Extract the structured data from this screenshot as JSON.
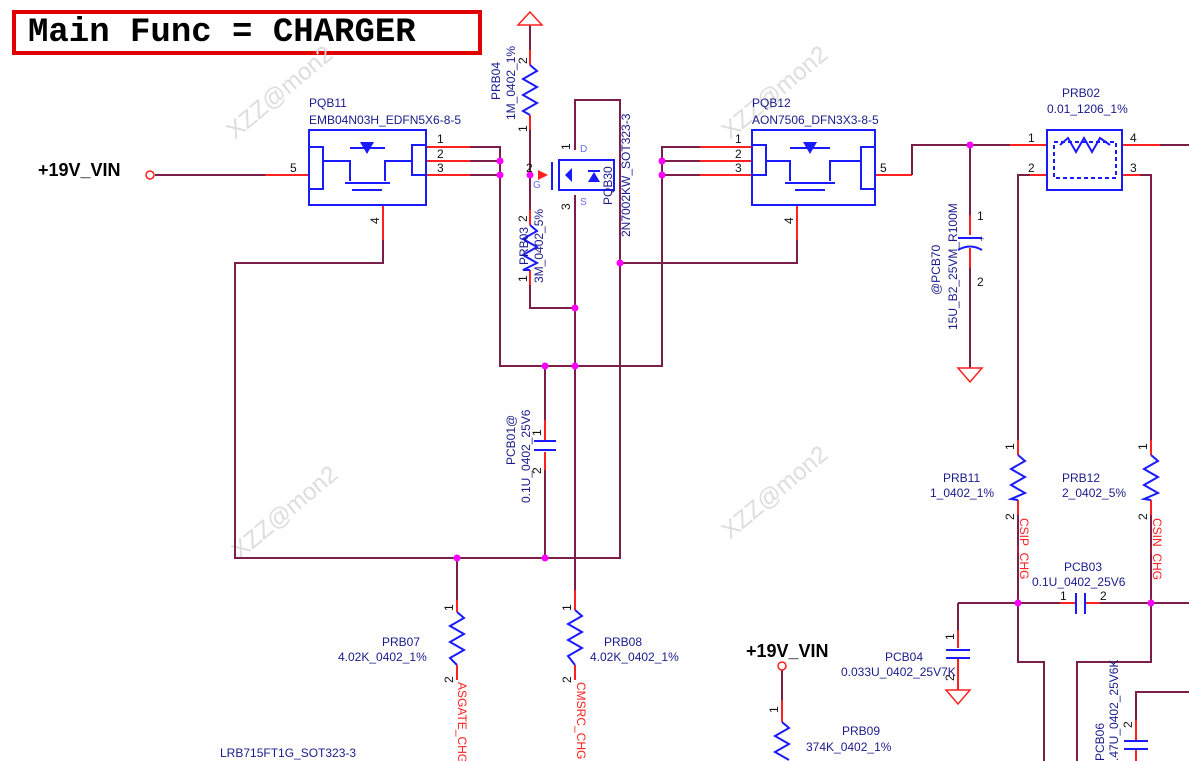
{
  "title": "Main Func = CHARGER",
  "watermark": "XZZ@mon2",
  "nets": {
    "vin_top": "+19V_VIN",
    "vin_bottom": "+19V_VIN",
    "asgate": "ASGATE_CHG",
    "cmsrc": "CMSRC_CHG",
    "csip": "CSIP_CHG",
    "csin": "CSIN_CHG"
  },
  "components": {
    "pqb11": {
      "ref": "PQB11",
      "value": "EMB04N03H_EDFN5X6-8-5",
      "pins": [
        "1",
        "2",
        "3",
        "4",
        "5"
      ]
    },
    "prb04": {
      "ref": "PRB04",
      "value": "1M_0402_1%",
      "pins": [
        "2",
        "1"
      ]
    },
    "prb03": {
      "ref": "PRB03",
      "value": "3M_0402_5%",
      "pins": [
        "2",
        "1"
      ]
    },
    "pqb30": {
      "ref": "PQB30",
      "value": "2N7002KW_SOT323-3",
      "pins": [
        "1",
        "2",
        "3"
      ],
      "pin_names": [
        "D",
        "G",
        "S"
      ]
    },
    "pqb12": {
      "ref": "PQB12",
      "value": "AON7506_DFN3X3-8-5",
      "pins": [
        "1",
        "2",
        "3",
        "4",
        "5"
      ]
    },
    "prb02": {
      "ref": "PRB02",
      "value": "0.01_1206_1%",
      "pins": [
        "1",
        "2",
        "3",
        "4"
      ]
    },
    "pcb70": {
      "ref": "@PCB70",
      "value": "15U_B2_25VM_R100M",
      "pins": [
        "1",
        "2"
      ],
      "polarity": "+"
    },
    "pcb01": {
      "ref": "PCB01@",
      "value": "0.1U_0402_25V6",
      "pins": [
        "1",
        "2"
      ]
    },
    "prb07": {
      "ref": "PRB07",
      "value": "4.02K_0402_1%",
      "pins": [
        "1",
        "2"
      ]
    },
    "prb08": {
      "ref": "PRB08",
      "value": "4.02K_0402_1%",
      "pins": [
        "1",
        "2"
      ]
    },
    "prb11": {
      "ref": "PRB11",
      "value": "1_0402_1%",
      "pins": [
        "1",
        "2"
      ]
    },
    "prb12": {
      "ref": "PRB12",
      "value": "2_0402_5%",
      "pins": [
        "1",
        "2"
      ]
    },
    "pcb03": {
      "ref": "PCB03",
      "value": "0.1U_0402_25V6",
      "pins": [
        "1",
        "2"
      ]
    },
    "pcb04": {
      "ref": "PCB04",
      "value": "0.033U_0402_25V7K",
      "pins": [
        "1",
        "2"
      ]
    },
    "prb09": {
      "ref": "PRB09",
      "value": "374K_0402_1%",
      "pins": [
        "1"
      ]
    },
    "pcb06": {
      "ref": "PCB06",
      "value": ".47U_0402_25V6K",
      "pins": [
        "2"
      ]
    },
    "bottom_part": {
      "value": "LRB715FT1G_SOT323-3"
    }
  }
}
